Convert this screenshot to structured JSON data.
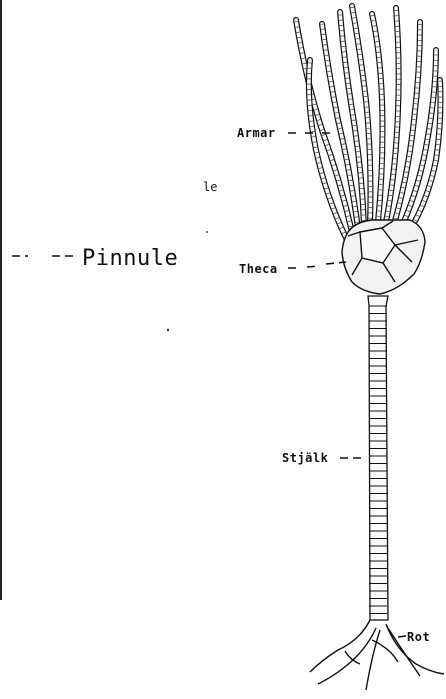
{
  "labels": {
    "pinnule": "Pinnule",
    "fragment": "le",
    "armar": "Armar",
    "theca": "Theca",
    "stjalk": "Stjälk",
    "rot": "Rot"
  },
  "colors": {
    "ink": "#111111",
    "paper": "#ffffff",
    "stipple": "#9a9a9a"
  }
}
